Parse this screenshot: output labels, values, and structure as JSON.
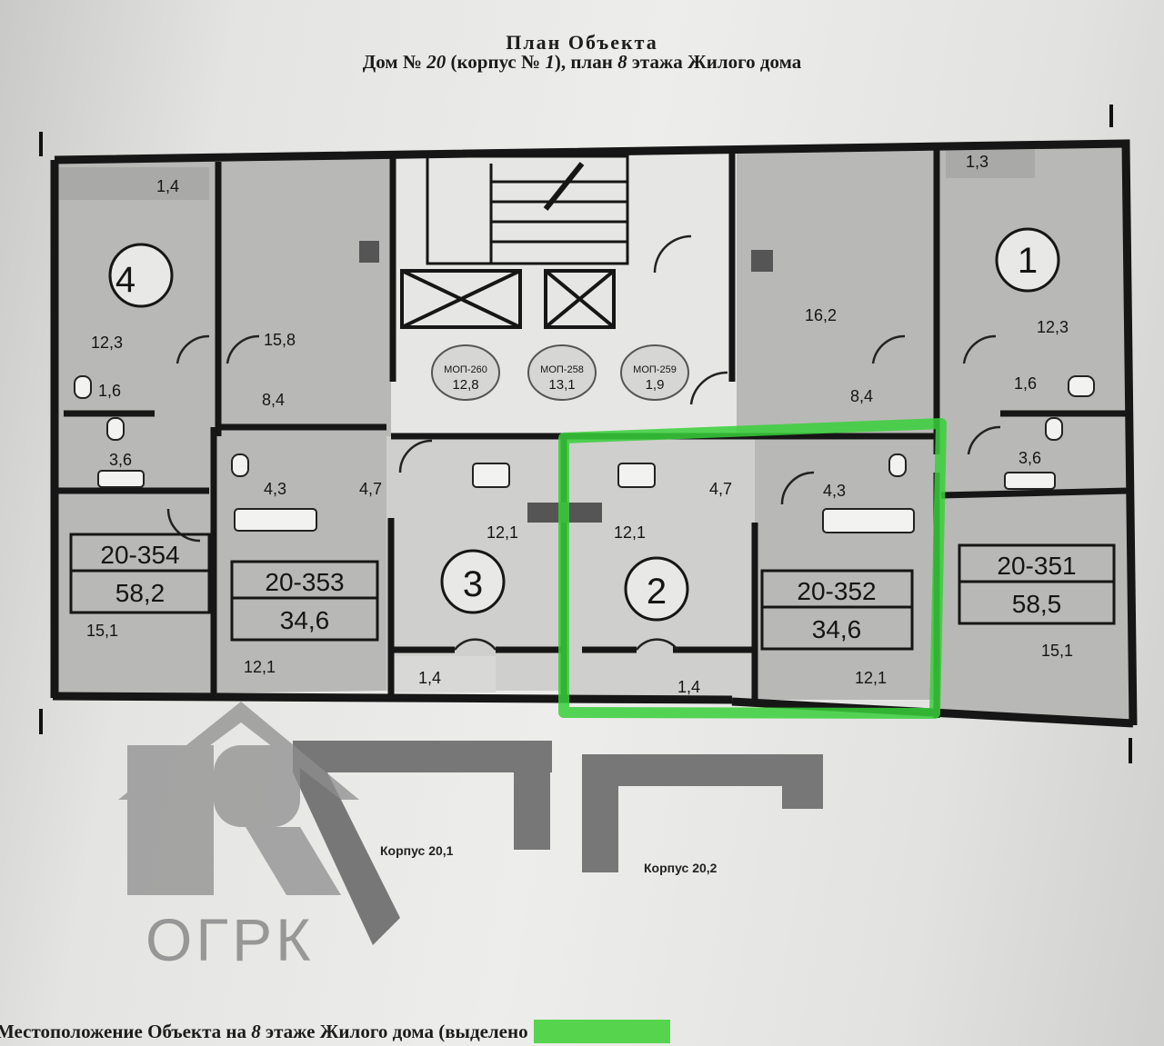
{
  "header": {
    "title": "План Объекта",
    "subtitle_a": "Дом № ",
    "house_no": "20",
    "subtitle_b": " (корпус № ",
    "korpus_no": "1",
    "subtitle_c": "), план ",
    "floor": "8",
    "subtitle_d": " этажа Жилого дома"
  },
  "plan": {
    "balconies": [
      "1,4",
      "1,3"
    ],
    "apts": [
      "4",
      "1",
      "3",
      "2"
    ],
    "areas": {
      "a4_room": "12,3",
      "a4_kitchen": "15,8",
      "a1_kitchen": "16,2",
      "a1_room": "12,3",
      "a4_wc": "1,6",
      "a4_hall": "8,4",
      "a1_hall": "8,4",
      "a1_wc": "1,6",
      "a4_bath": "3,6",
      "a1_bath": "3,6",
      "a3_bath": "4,3",
      "a3_hall": "4,7",
      "a2_hall": "4,7",
      "a2_bath": "4,3",
      "a3_kitchen": "12,1",
      "a2_kitchen": "12,1",
      "a4_room2": "15,1",
      "a1_room2": "15,1",
      "a3_room": "12,1",
      "a3_balcony": "1,4",
      "a2_balcony": "1,4",
      "a2_room": "12,1"
    },
    "mop": [
      {
        "code": "МОП-260",
        "area": "12,8"
      },
      {
        "code": "МОП-258",
        "area": "13,1"
      },
      {
        "code": "МОП-259",
        "area": "1,9"
      }
    ],
    "units": [
      {
        "id": "20-354",
        "area": "58,2"
      },
      {
        "id": "20-353",
        "area": "34,6"
      },
      {
        "id": "20-352",
        "area": "34,6"
      },
      {
        "id": "20-351",
        "area": "58,5"
      }
    ]
  },
  "site": {
    "korpus_a": "Корпус 20,1",
    "korpus_b": "Корпус 20,2"
  },
  "watermark": {
    "text": "ОГРК"
  },
  "footer": {
    "text_a": "Местоположение Объекта на  ",
    "floor": "8",
    "text_b": " этаже Жилого дома (выделено"
  },
  "colors": {
    "highlight": "#38cf3a"
  }
}
